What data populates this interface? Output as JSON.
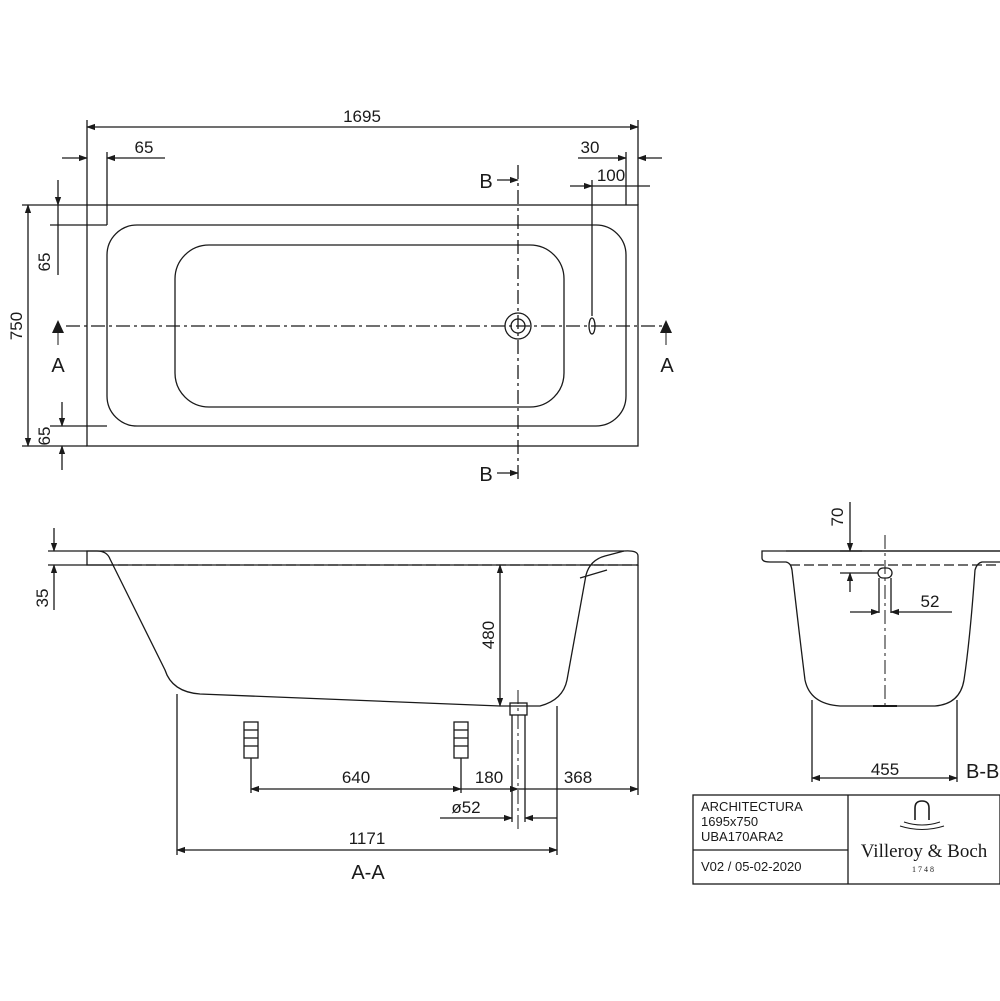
{
  "top_view": {
    "overall_length": "1695",
    "rim_left": "65",
    "rim_right": "30",
    "waste_offset": "100",
    "overall_width": "750",
    "rim_top": "65",
    "rim_bottom": "65",
    "section_a_left": "A",
    "section_a_right": "A",
    "section_b_top": "B",
    "section_b_bottom": "B"
  },
  "section_a": {
    "rim_height": "35",
    "depth": "480",
    "foot_spacing": "640",
    "foot_to_waste": "180",
    "waste_to_end": "368",
    "waste_diameter": "ø52",
    "base_length": "1171",
    "label": "A-A"
  },
  "section_b": {
    "overflow_height": "70",
    "overflow_diameter": "52",
    "base_width": "455",
    "label": "B-B"
  },
  "title_block": {
    "series": "ARCHITECTURA",
    "size": "1695x750",
    "article": "UBA170ARA2",
    "version": "V02 / 05-02-2020",
    "brand": "Villeroy & Boch",
    "established": "1748"
  },
  "colors": {
    "line": "#1a1a1a",
    "background": "#ffffff"
  }
}
